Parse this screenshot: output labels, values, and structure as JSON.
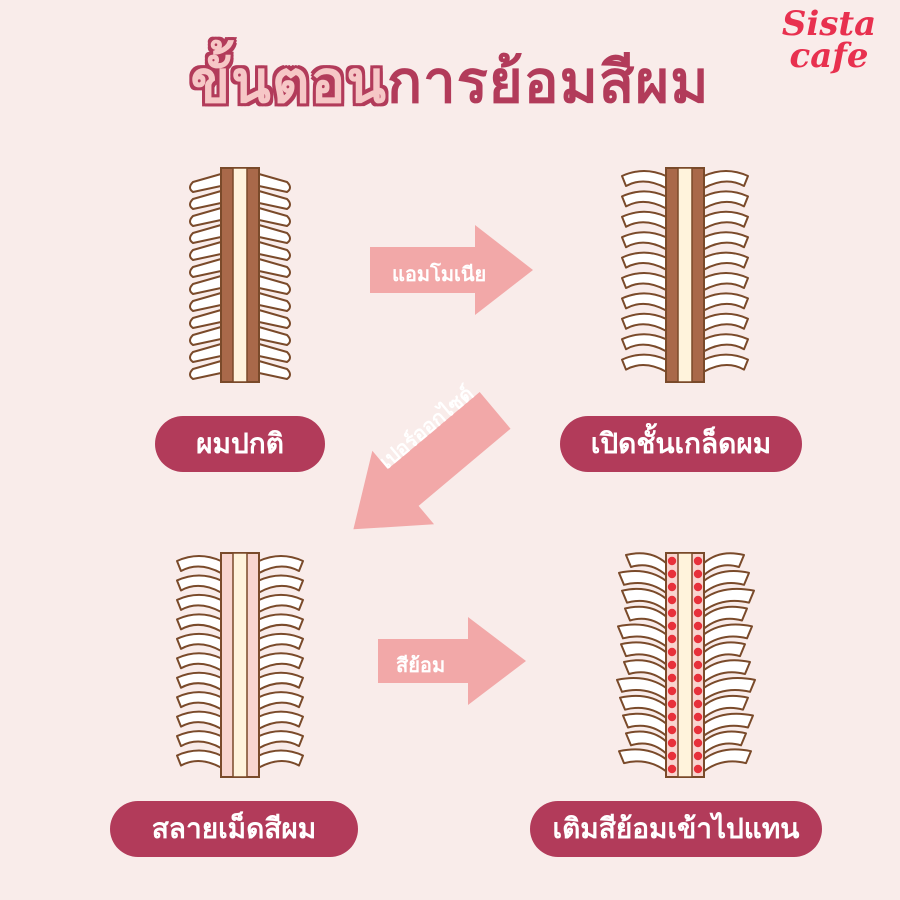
{
  "title": {
    "part1": "ขั้นตอน",
    "part2": "การย้อมสีผม"
  },
  "logo": {
    "line1": "Sista",
    "line2": "cafe"
  },
  "steps": [
    {
      "label": "ผมปกติ"
    },
    {
      "label": "เปิดชั้นเกล็ดผม"
    },
    {
      "label": "สลายเม็ดสีผม"
    },
    {
      "label": "เติมสีย้อมเข้าไปแทน"
    }
  ],
  "arrows": [
    {
      "label": "แอมโมเนีย"
    },
    {
      "label": "เปอร์ออกไซด์"
    },
    {
      "label": "สีย้อม"
    }
  ],
  "colors": {
    "background": "#f9ecea",
    "pill": "#b23b5a",
    "arrow": "#f2a8a8",
    "cortex_brown": "#a9694a",
    "medulla_cream": "#fff3dc",
    "cortex_pink": "#f8d5cf",
    "dye_dot": "#e8313a",
    "outline": "#7a4a2a"
  }
}
